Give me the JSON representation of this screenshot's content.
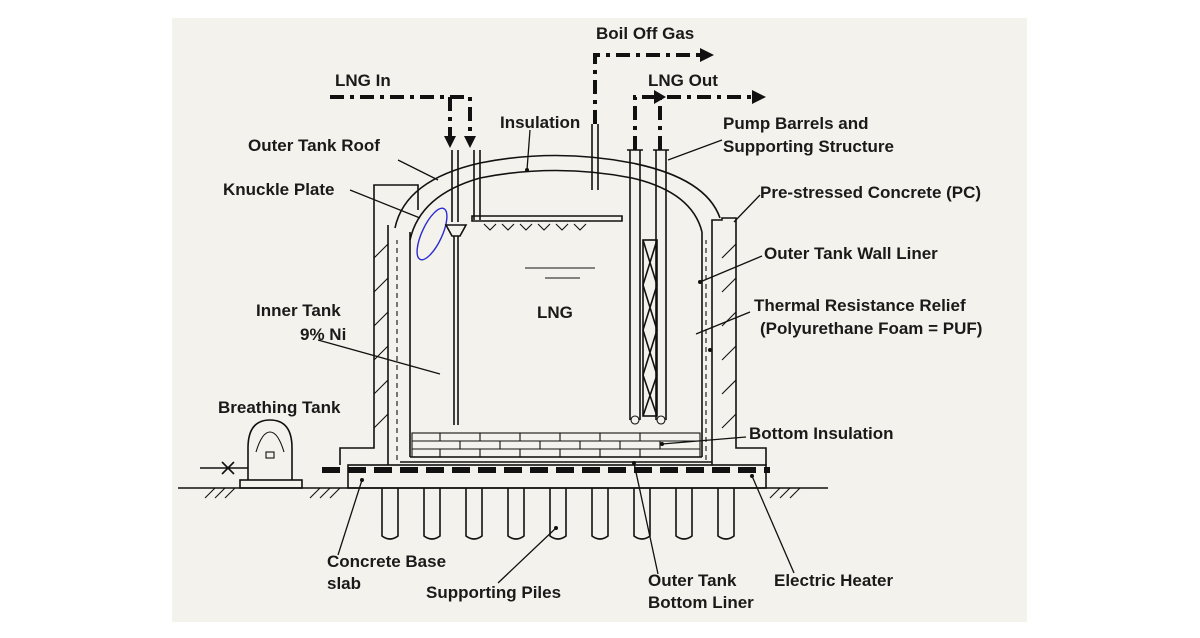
{
  "labels": {
    "boil_off_gas": "Boil Off Gas",
    "lng_in": "LNG In",
    "lng_out": "LNG Out",
    "insulation": "Insulation",
    "outer_tank_roof": "Outer Tank Roof",
    "pump_barrels_1": "Pump Barrels and",
    "pump_barrels_2": "Supporting Structure",
    "knuckle_plate": "Knuckle Plate",
    "pc": "Pre-stressed Concrete (PC)",
    "outer_wall_liner": "Outer Tank Wall Liner",
    "inner_tank_1": "Inner Tank",
    "inner_tank_2": "9% Ni",
    "lng": "LNG",
    "thermal_1": "Thermal Resistance Relief",
    "thermal_2": "(Polyurethane Foam = PUF)",
    "breathing_tank": "Breathing Tank",
    "bottom_insulation": "Bottom Insulation",
    "concrete_base_1": "Concrete Base",
    "concrete_base_2": "slab",
    "supporting_piles": "Supporting Piles",
    "outer_bottom_1": "Outer Tank",
    "outer_bottom_2": "Bottom Liner",
    "electric_heater": "Electric Heater"
  },
  "colors": {
    "background_panel": "#f4f2ec",
    "line": "#111111",
    "knuckle_highlight": "#2a2ad0"
  }
}
